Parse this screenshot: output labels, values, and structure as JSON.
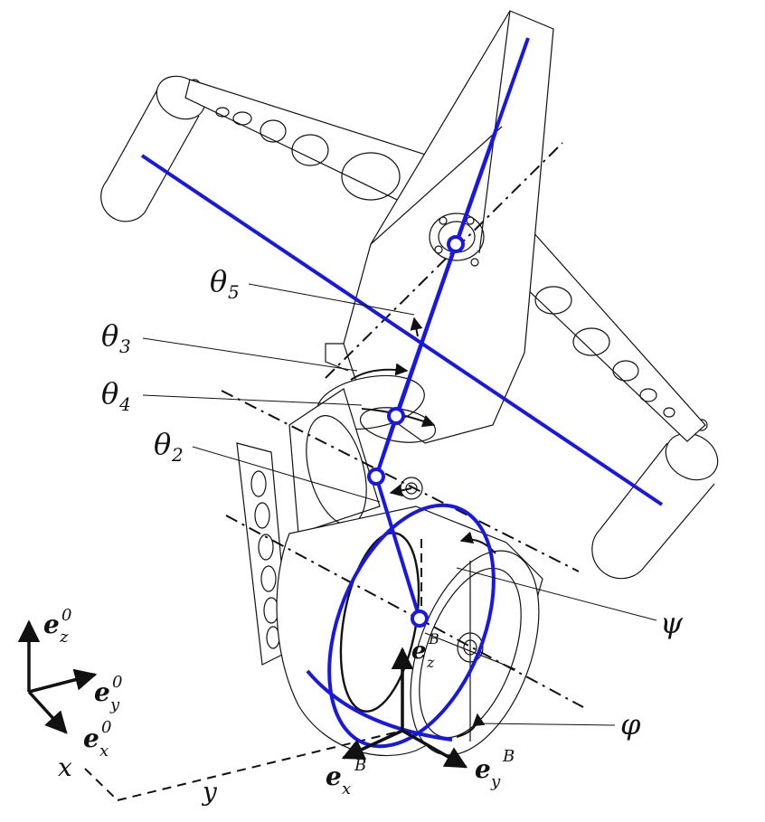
{
  "colors": {
    "link": "#1818e0",
    "ink": "#111111",
    "background": "#ffffff"
  },
  "joint_angles": {
    "theta5": {
      "sym": "θ",
      "sub": "5"
    },
    "theta3": {
      "sym": "θ",
      "sub": "3"
    },
    "theta4": {
      "sym": "θ",
      "sub": "4"
    },
    "theta2": {
      "sym": "θ",
      "sub": "2"
    }
  },
  "wheel_angles": {
    "psi": "ψ",
    "phi": "φ"
  },
  "world_frame": {
    "ez": {
      "base": "e",
      "sub": "z",
      "sup": "0"
    },
    "ey": {
      "base": "e",
      "sub": "y",
      "sup": "0"
    },
    "ex": {
      "base": "e",
      "sub": "x",
      "sup": "0"
    }
  },
  "body_frame": {
    "ez": {
      "base": "e",
      "sub": "z",
      "sup": "B"
    },
    "ex": {
      "base": "e",
      "sub": "x",
      "sup": "B"
    },
    "ey": {
      "base": "e",
      "sub": "y",
      "sup": "B"
    }
  },
  "ground_axes": {
    "x": "x",
    "y": "y"
  }
}
